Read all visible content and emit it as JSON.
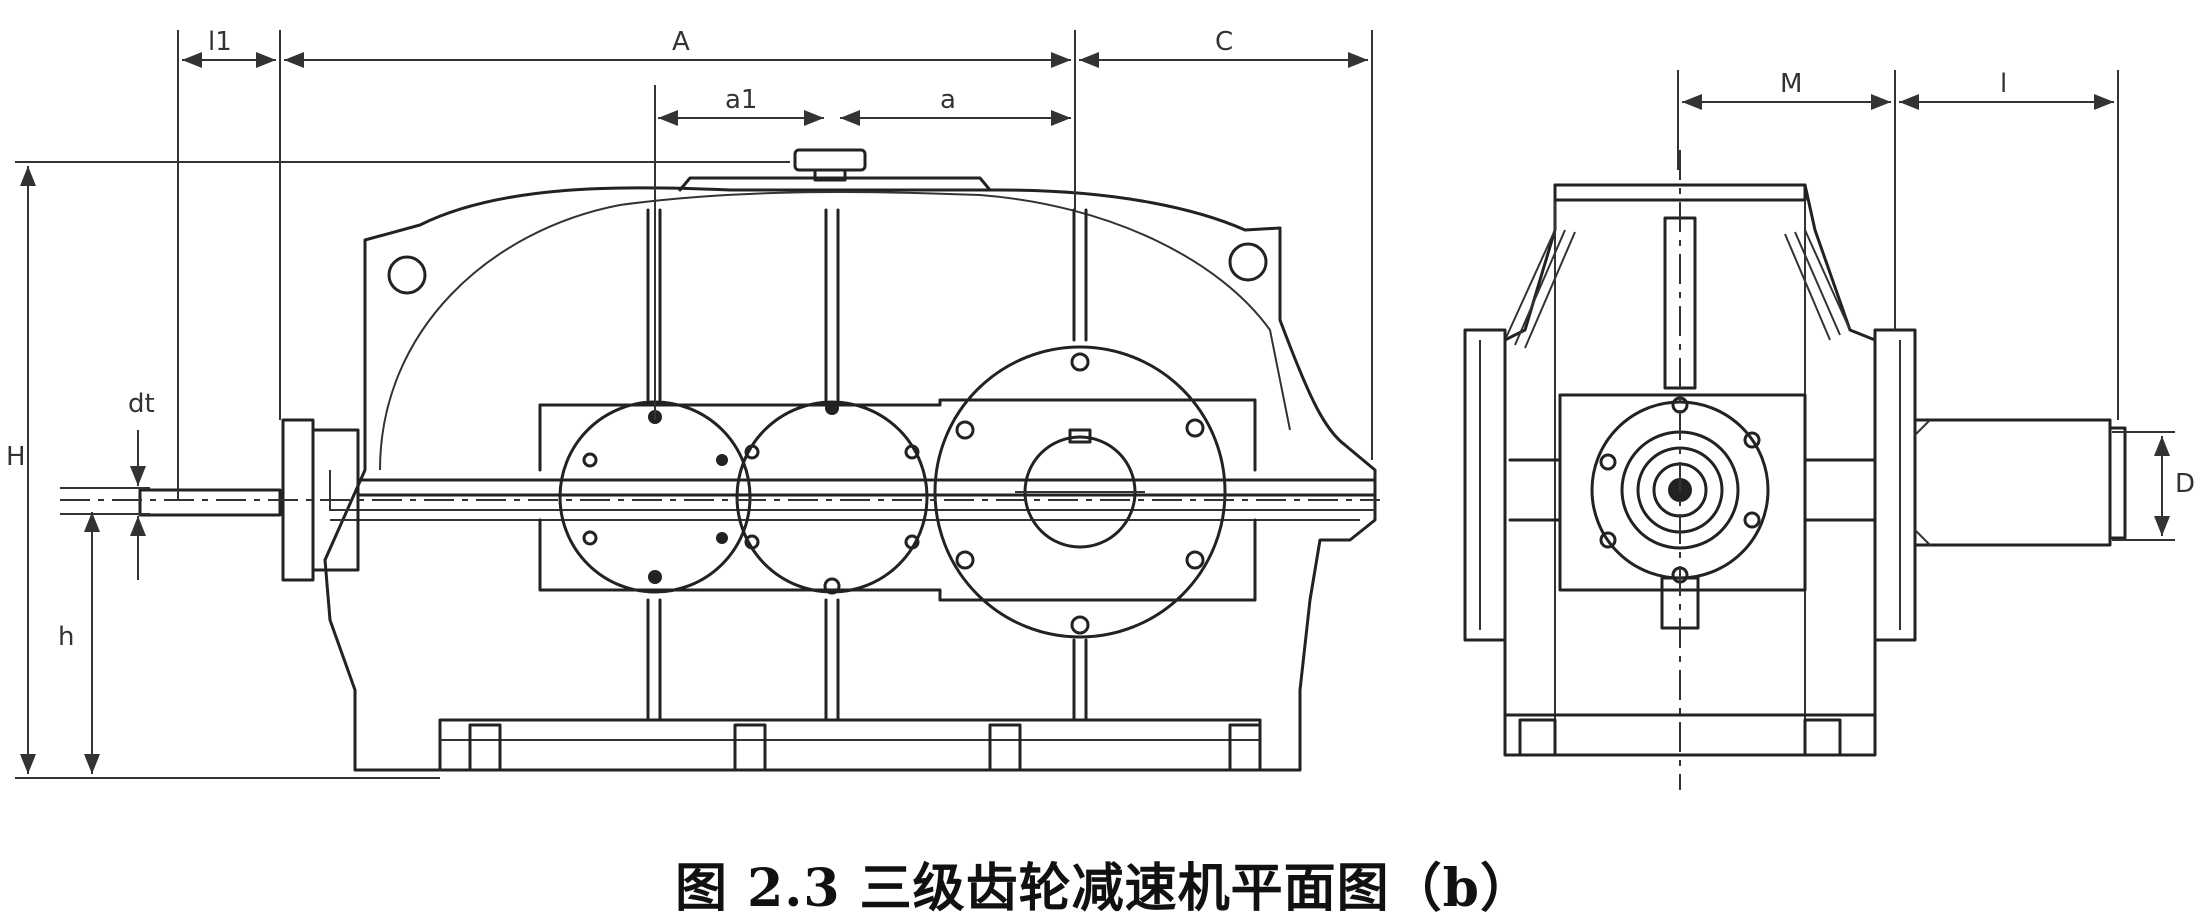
{
  "dimension_labels": {
    "l1": "l1",
    "A": "A",
    "C": "C",
    "a1": "a1",
    "a": "a",
    "dt": "dt",
    "H": "H",
    "h": "h",
    "M": "M",
    "l": "l",
    "D": "D"
  },
  "caption": "图 2.3  三级齿轮减速机平面图（b）"
}
